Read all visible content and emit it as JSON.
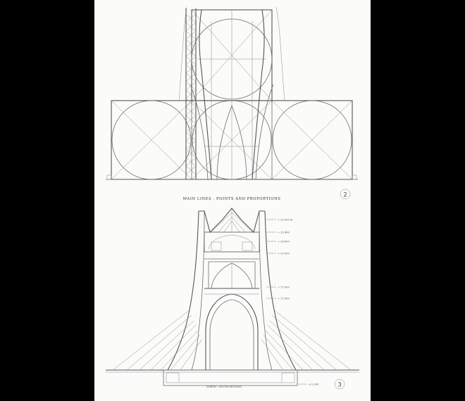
{
  "drawing": {
    "caption_top": "MAIN LINES , POINTS AND PROPORTIONS",
    "figure_number_top": "2",
    "caption_bottom": "NORTH - SOUTH SECTION",
    "figure_number_bottom": "3",
    "level_labels": [
      "+ 32.000 m",
      "+ 29.400",
      "+ 28.000",
      "+ 25.000",
      "+ 17.000",
      "+ 15.000",
      "± 0.000"
    ]
  }
}
